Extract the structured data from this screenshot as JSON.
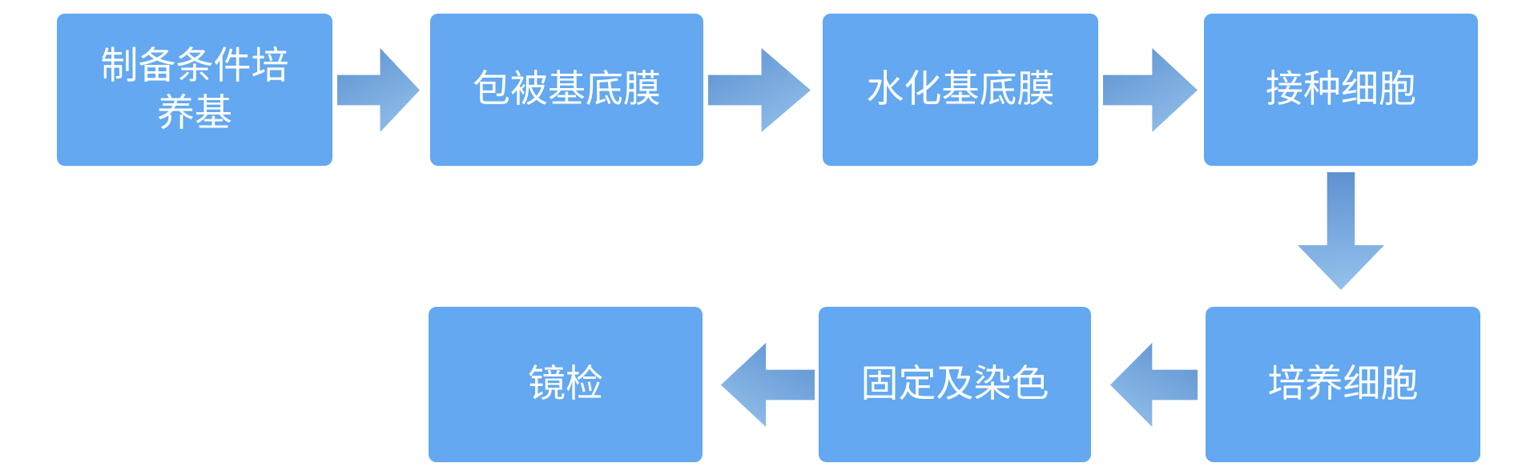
{
  "colors": {
    "background": "#ffffff",
    "node_fill": "#63a8f0",
    "node_text": "#ffffff",
    "arrow_gradient_start": "#5c90d1",
    "arrow_gradient_end": "#96c3ec"
  },
  "flowchart": {
    "steps": [
      {
        "label": "制备条件培养基"
      },
      {
        "label": "包被基底膜"
      },
      {
        "label": "水化基底膜"
      },
      {
        "label": "接种细胞"
      },
      {
        "label": "培养细胞"
      },
      {
        "label": "固定及染色"
      },
      {
        "label": "镜检"
      }
    ],
    "connections": [
      {
        "from": "制备条件培养基",
        "to": "包被基底膜",
        "direction": "right"
      },
      {
        "from": "包被基底膜",
        "to": "水化基底膜",
        "direction": "right"
      },
      {
        "from": "水化基底膜",
        "to": "接种细胞",
        "direction": "right"
      },
      {
        "from": "接种细胞",
        "to": "培养细胞",
        "direction": "down"
      },
      {
        "from": "培养细胞",
        "to": "固定及染色",
        "direction": "left"
      },
      {
        "from": "固定及染色",
        "to": "镜检",
        "direction": "left"
      }
    ]
  }
}
